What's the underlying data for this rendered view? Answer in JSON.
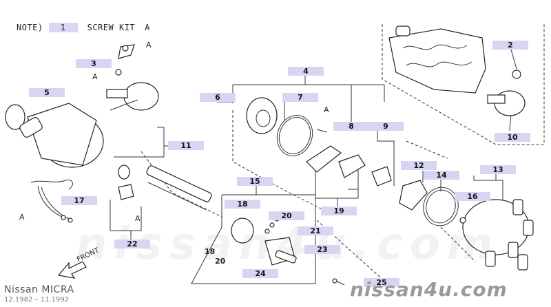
{
  "note": {
    "prefix": "NOTE)",
    "ref": "1",
    "kit": "SCREW KIT",
    "kit_ref": "A"
  },
  "callouts": {
    "c2": "2",
    "c3": "3",
    "c4": "4",
    "c5": "5",
    "c6": "6",
    "c7": "7",
    "c8": "8",
    "c9": "9",
    "c10": "10",
    "c11": "11",
    "c12": "12",
    "c13": "13",
    "c14": "14",
    "c15": "15",
    "c16": "16",
    "c17": "17",
    "c18": "18",
    "c19": "19",
    "c20a": "20",
    "c21": "21",
    "c22": "22",
    "c23": "23",
    "c24": "24",
    "c25": "25"
  },
  "plain_labels": {
    "p18": "18",
    "p20": "20"
  },
  "ref_a": "A",
  "front_label": "FRONT",
  "footer": {
    "model": "Nissan MICRA",
    "dates": "12.1982 – 11.1992"
  },
  "brand": "nissan4u.com",
  "watermark": "nissan4u.com",
  "colors": {
    "callout_bg": "#d6d6f3",
    "line": "#333333"
  }
}
